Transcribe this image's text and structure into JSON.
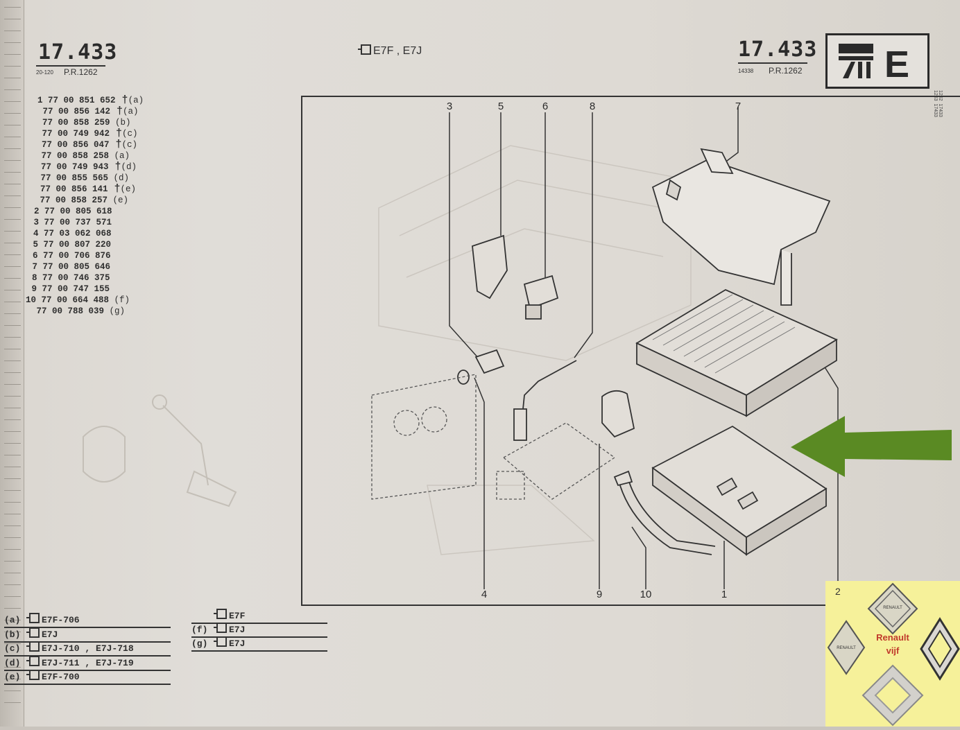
{
  "page": {
    "ref_left": "17.433",
    "ref_left_sub_code": "20-120",
    "ref_left_sub_pr": "P.R.1262",
    "ref_right": "17.433",
    "ref_right_sub_code": "14338",
    "ref_right_sub_pr": "P.R.1262",
    "engine_codes": "E7F , E7J",
    "section_letter": "E",
    "side_codes": "1262  17433\n1263  17433"
  },
  "parts_list": [
    {
      "ref": "1",
      "number": "77 00 851 652",
      "dagger": true,
      "note": "(a)"
    },
    {
      "ref": "",
      "number": "77 00 856 142",
      "dagger": true,
      "note": "(a)"
    },
    {
      "ref": "",
      "number": "77 00 858 259",
      "dagger": false,
      "note": "(b)"
    },
    {
      "ref": "",
      "number": "77 00 749 942",
      "dagger": true,
      "note": "(c)"
    },
    {
      "ref": "",
      "number": "77 00 856 047",
      "dagger": true,
      "note": "(c)"
    },
    {
      "ref": "",
      "number": "77 00 858 258",
      "dagger": false,
      "note": "(a)"
    },
    {
      "ref": "",
      "number": "77 00 749 943",
      "dagger": true,
      "note": "(d)"
    },
    {
      "ref": "",
      "number": "77 00 855 565",
      "dagger": false,
      "note": "(d)"
    },
    {
      "ref": "",
      "number": "77 00 856 141",
      "dagger": true,
      "note": "(e)"
    },
    {
      "ref": "",
      "number": "77 00 858 257",
      "dagger": false,
      "note": "(e)"
    },
    {
      "ref": "2",
      "number": "77 00 805 618",
      "dagger": false,
      "note": ""
    },
    {
      "ref": "3",
      "number": "77 00 737 571",
      "dagger": false,
      "note": ""
    },
    {
      "ref": "4",
      "number": "77 03 062 068",
      "dagger": false,
      "note": ""
    },
    {
      "ref": "5",
      "number": "77 00 807 220",
      "dagger": false,
      "note": ""
    },
    {
      "ref": "6",
      "number": "77 00 706 876",
      "dagger": false,
      "note": ""
    },
    {
      "ref": "7",
      "number": "77 00 805 646",
      "dagger": false,
      "note": ""
    },
    {
      "ref": "8",
      "number": "77 00 746 375",
      "dagger": false,
      "note": ""
    },
    {
      "ref": "9",
      "number": "77 00 747 155",
      "dagger": false,
      "note": ""
    },
    {
      "ref": "10",
      "number": "77 00 664 488",
      "dagger": false,
      "note": "(f)"
    },
    {
      "ref": "",
      "number": "77 00 788 039",
      "dagger": false,
      "note": "(g)"
    }
  ],
  "callouts": {
    "top": [
      "3",
      "5",
      "6",
      "8",
      "7"
    ],
    "bottom": [
      "4",
      "9",
      "10",
      "1",
      "2"
    ]
  },
  "legend_left": [
    {
      "key": "(a)",
      "value": "E7F-706"
    },
    {
      "key": "(b)",
      "value": "E7J"
    },
    {
      "key": "(c)",
      "value": "E7J-710 , E7J-718"
    },
    {
      "key": "(d)",
      "value": "E7J-711 , E7J-719"
    },
    {
      "key": "(e)",
      "value": "E7F-700"
    }
  ],
  "legend_right": [
    {
      "key": "",
      "value": "E7F"
    },
    {
      "key": "(f)",
      "value": "E7J"
    },
    {
      "key": "(g)",
      "value": "E7J"
    }
  ],
  "watermark": {
    "line1": "Renault",
    "line2": "vijf",
    "emblem_text": "RENAULT"
  },
  "colors": {
    "arrow": "#5a8a23",
    "paper": "#dedad4",
    "ink": "#2a2a2a",
    "badge": "#f6f19a"
  }
}
